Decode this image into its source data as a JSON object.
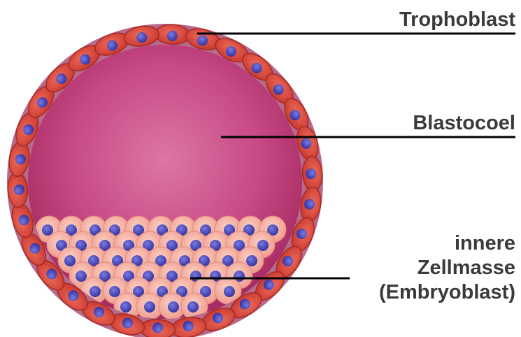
{
  "labels": {
    "trophoblast": "Trophoblast",
    "blastocoel": "Blastocoel",
    "icm_line1": "innere",
    "icm_line2": "Zellmasse",
    "icm_line3": "(Embryoblast)"
  },
  "colors": {
    "zona": "#b86a8c",
    "cavity_center": "#d86c9c",
    "cavity_edge": "#a8245c",
    "cell_red": "#d8453a",
    "cell_stroke": "#a42a22",
    "nucleus": "#4a4cc0",
    "icm_cell": "#f6b0a2",
    "leader": "#000000",
    "text": "#3a3a3a"
  }
}
